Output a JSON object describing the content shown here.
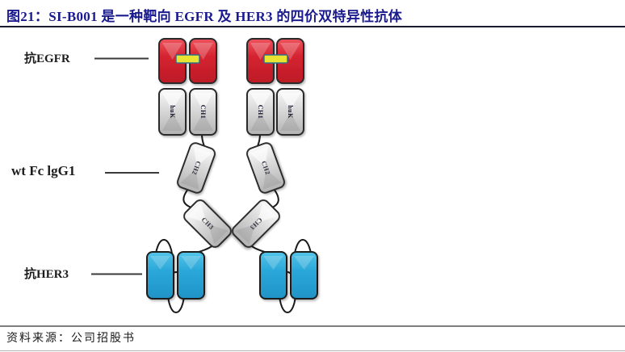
{
  "figure": {
    "title": "图21：SI-B001 是一种靶向 EGFR 及 HER3 的四价双特异性抗体",
    "source": "资料来源：公司招股书"
  },
  "diagram": {
    "callouts": {
      "anti_egfr": "抗EGFR",
      "wt_fc_igg1": "wt Fc lgG1",
      "anti_her3": "抗HER3"
    },
    "domains": {
      "huk": "huK",
      "ch1": "CH1",
      "ch2": "CH2",
      "ch3": "CH3"
    },
    "colors": {
      "anti_egfr_red": "#d42330",
      "anti_her3_blue": "#2aa7d9",
      "domain_gray": "#cfcfcf",
      "linker_yellow": "#e8e431",
      "linker_border": "#2f708e",
      "title_navy": "#1a1a8f"
    }
  }
}
